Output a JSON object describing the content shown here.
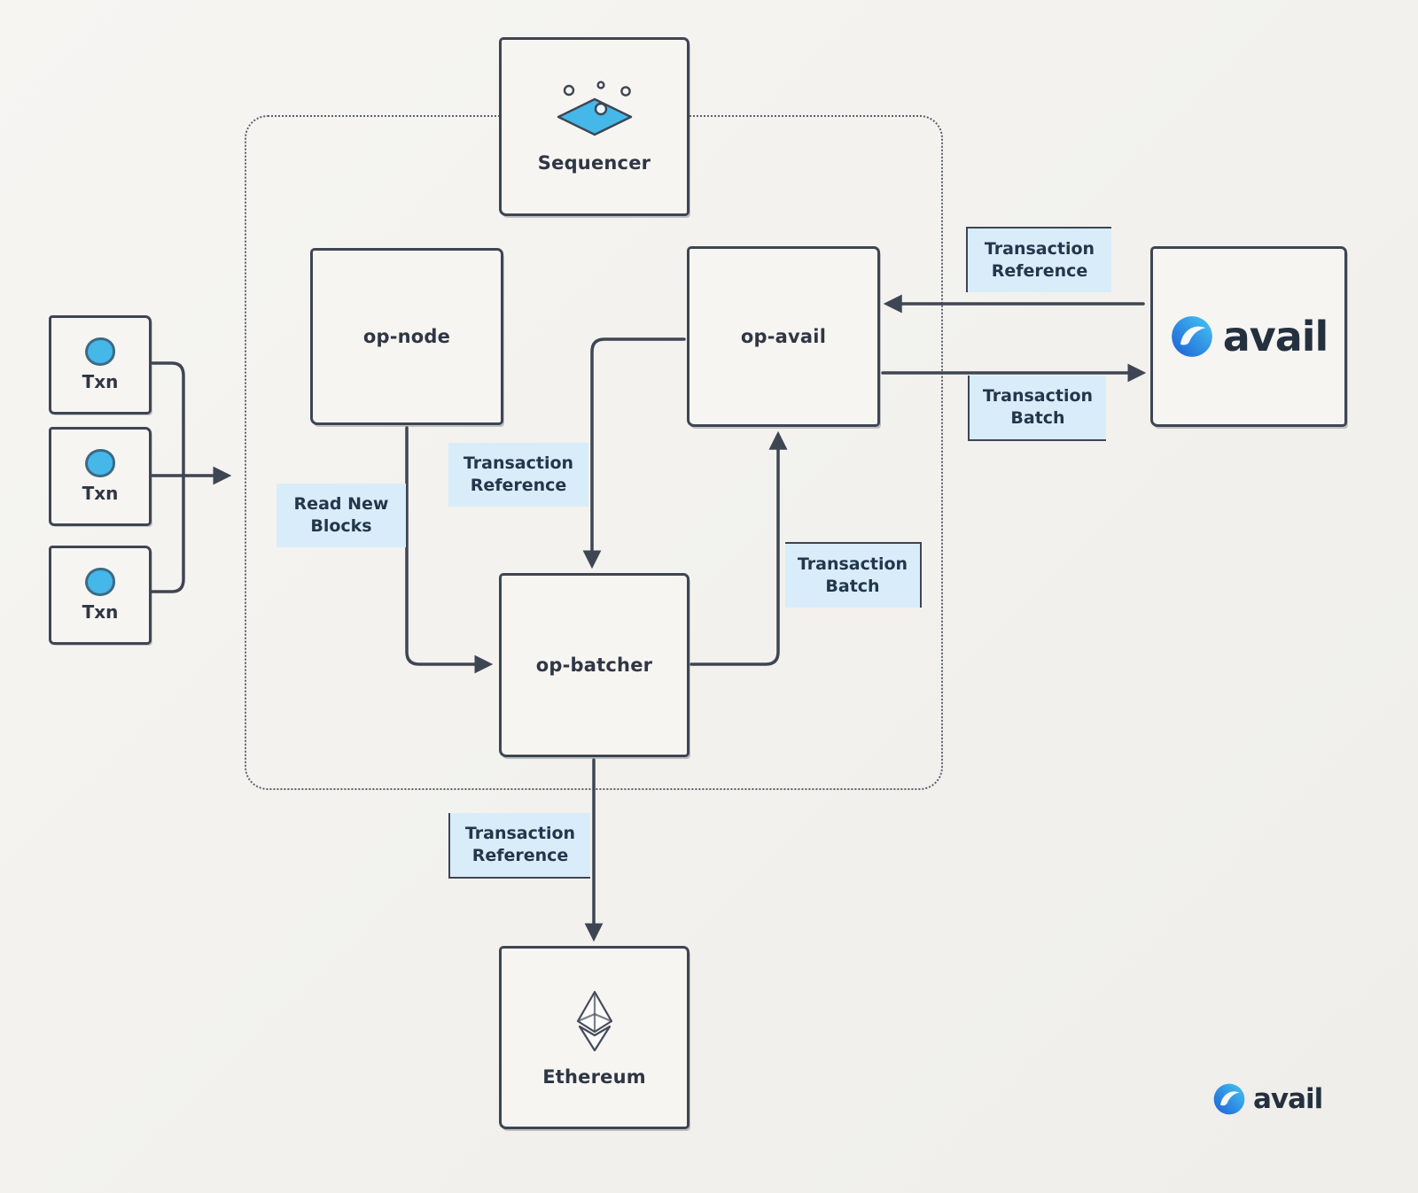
{
  "colors": {
    "background": "#f3f2ee",
    "stroke": "#3e4553",
    "accent_blue": "#45b7e8",
    "chip_background": "#d8edf9",
    "text": "#2f3644"
  },
  "txn_inputs": [
    {
      "label": "Txn"
    },
    {
      "label": "Txn"
    },
    {
      "label": "Txn"
    }
  ],
  "nodes": {
    "sequencer": {
      "label": "Sequencer"
    },
    "op_node": {
      "label": "op-node"
    },
    "op_avail": {
      "label": "op-avail"
    },
    "op_batcher": {
      "label": "op-batcher"
    },
    "avail": {
      "label": "avail"
    },
    "ethereum": {
      "label": "Ethereum"
    }
  },
  "edge_labels": {
    "transaction_reference_avail_to_opavail": "Transaction Reference",
    "transaction_batch_opavail_to_avail": "Transaction Batch",
    "read_new_blocks": "Read New Blocks",
    "transaction_reference_opavail_to_opbatcher": "Transaction Reference",
    "transaction_batch_opbatcher_to_opavail": "Transaction Batch",
    "transaction_reference_opbatcher_to_ethereum": "Transaction Reference"
  },
  "watermark": {
    "label": "avail"
  }
}
